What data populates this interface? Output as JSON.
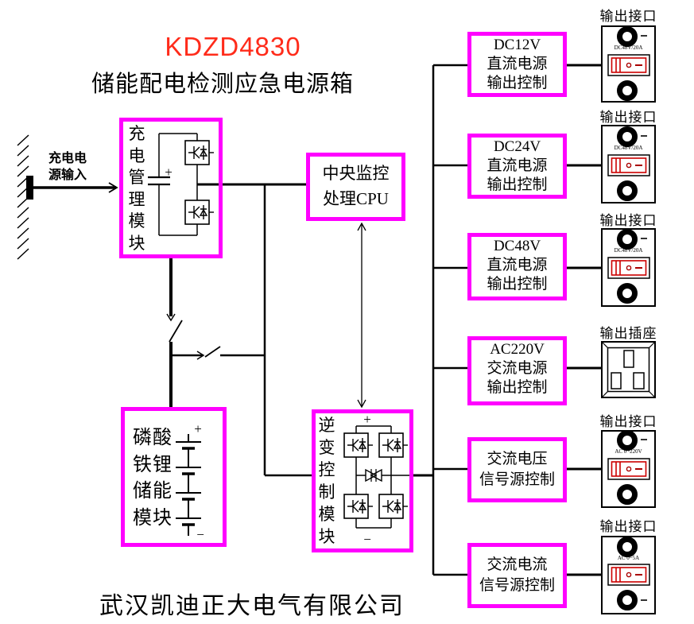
{
  "title": {
    "model": "KDZD4830",
    "name": "储能配电检测应急电源箱"
  },
  "company": "武汉凯迪正大电气有限公司",
  "charge_input": {
    "line1": "充电电",
    "line2": "源输入"
  },
  "modules": {
    "charger": {
      "text": "充电管理模块"
    },
    "cpu": {
      "line1": "中央监控",
      "line2": "处理CPU"
    },
    "battery": {
      "line1": "磷酸",
      "line2": "铁锂",
      "line3": "储能",
      "line4": "模块"
    },
    "inverter": {
      "text": "逆变控制模块"
    }
  },
  "control_boxes": [
    {
      "l1": "DC12V",
      "l2": "直流电源",
      "l3": "输出控制"
    },
    {
      "l1": "DC24V",
      "l2": "直流电源",
      "l3": "输出控制"
    },
    {
      "l1": "DC48V",
      "l2": "直流电源",
      "l3": "输出控制"
    },
    {
      "l1": "AC220V",
      "l2": "交流电源",
      "l3": "输出控制"
    },
    {
      "l1": "交流电压",
      "l2": "信号源控制"
    },
    {
      "l1": "交流电流",
      "l2": "信号源控制"
    }
  ],
  "panels": [
    {
      "label": "输出接口",
      "sub": "DC48V/20A"
    },
    {
      "label": "输出接口",
      "sub": "DC48V/20A"
    },
    {
      "label": "输出接口",
      "sub": "DC48V/20A"
    },
    {
      "label": "输出插座"
    },
    {
      "label": "输出接口",
      "sub": "AC 0~220V"
    },
    {
      "label": "输出接口",
      "sub": "AC 0~5A"
    }
  ],
  "symbols": {
    "plus": "+",
    "minus": "−"
  },
  "colors": {
    "module_border": "#ff00ff",
    "title": "#ff2b1a",
    "switch": "#cc0000",
    "line": "#000000"
  }
}
